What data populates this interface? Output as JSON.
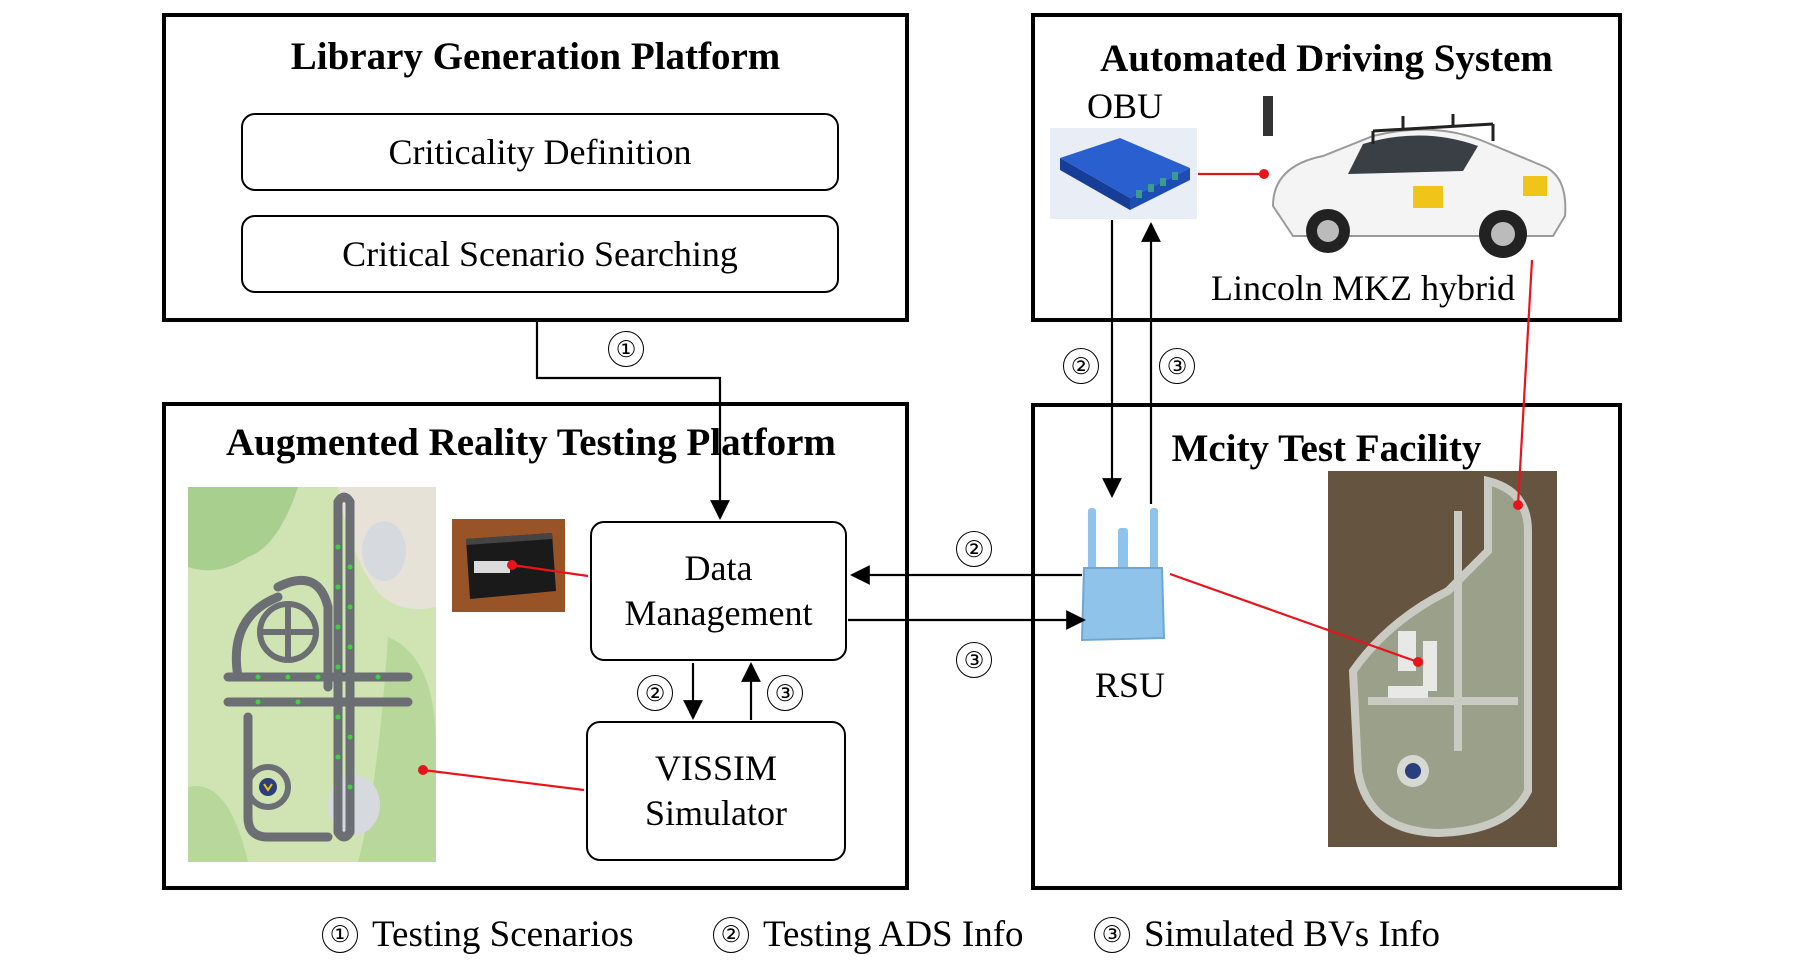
{
  "panels": {
    "library": {
      "title": "Library Generation Platform",
      "items": [
        "Criticality Definition",
        "Critical Scenario Searching"
      ]
    },
    "ads": {
      "title": "Automated Driving System",
      "obu_label": "OBU",
      "vehicle_label": "Lincoln MKZ hybrid"
    },
    "ar": {
      "title": "Augmented Reality Testing Platform",
      "data_management": "Data Management",
      "vissim": "VISSIM Simulator"
    },
    "mcity": {
      "title": "Mcity Test Facility",
      "rsu_label": "RSU"
    }
  },
  "markers": {
    "one": "①",
    "two": "②",
    "three": "③"
  },
  "legend": [
    {
      "marker": "①",
      "text": "Testing Scenarios"
    },
    {
      "marker": "②",
      "text": "Testing ADS Info"
    },
    {
      "marker": "③",
      "text": "Simulated BVs Info"
    }
  ],
  "colors": {
    "connector_red": "#e8141b",
    "rsu_blue": "#8fc3ea",
    "obu_blue": "#1f4fb5"
  }
}
